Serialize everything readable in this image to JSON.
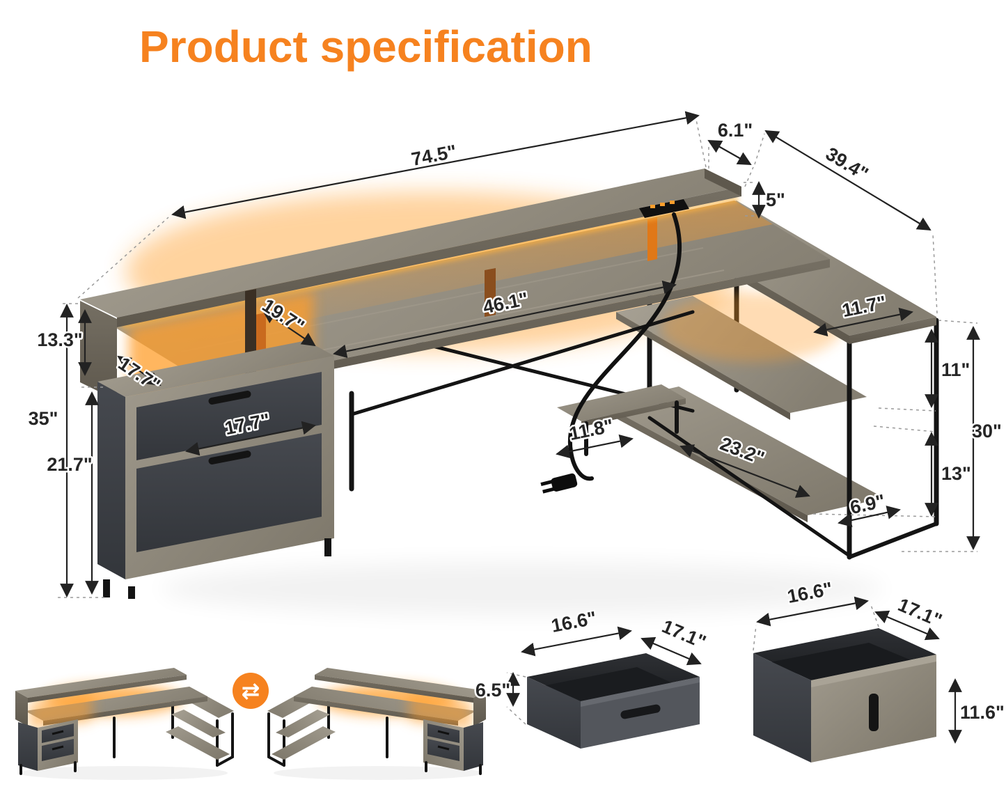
{
  "title": "Product specification",
  "icons": {
    "swap": "⇄"
  },
  "colors": {
    "accent": "#F6821F",
    "ink": "#262626",
    "wood": "#8E887B",
    "wood_dark": "#6B655A",
    "frame": "#141414",
    "fabric": "#3A3D42",
    "glow": "#FF9E2C"
  },
  "main": {
    "dims": {
      "top_length": "74.5\"",
      "riser_depth": "6.1\"",
      "desk_depth_total": "39.4\"",
      "riser_height": "5\"",
      "desktop_length": "46.1\"",
      "desktop_depth": "19.7\"",
      "return_width": "11.7\"",
      "hutch_gap": "13.3\"",
      "cabinet_top_depth": "17.7\"",
      "total_height": "35\"",
      "cabinet_height": "21.7\"",
      "cabinet_width": "17.7\"",
      "cpu_stand_width": "11.8\"",
      "shelf_length": "23.2\"",
      "shelf_gap_upper": "11\"",
      "return_height": "30\"",
      "shelf_gap_lower": "13\"",
      "shelf_depth": "6.9\""
    }
  },
  "drawers": {
    "small": {
      "width": "16.6\"",
      "depth": "17.1\"",
      "height": "6.5\""
    },
    "large": {
      "width": "16.6\"",
      "depth": "17.1\"",
      "height": "11.6\""
    }
  }
}
